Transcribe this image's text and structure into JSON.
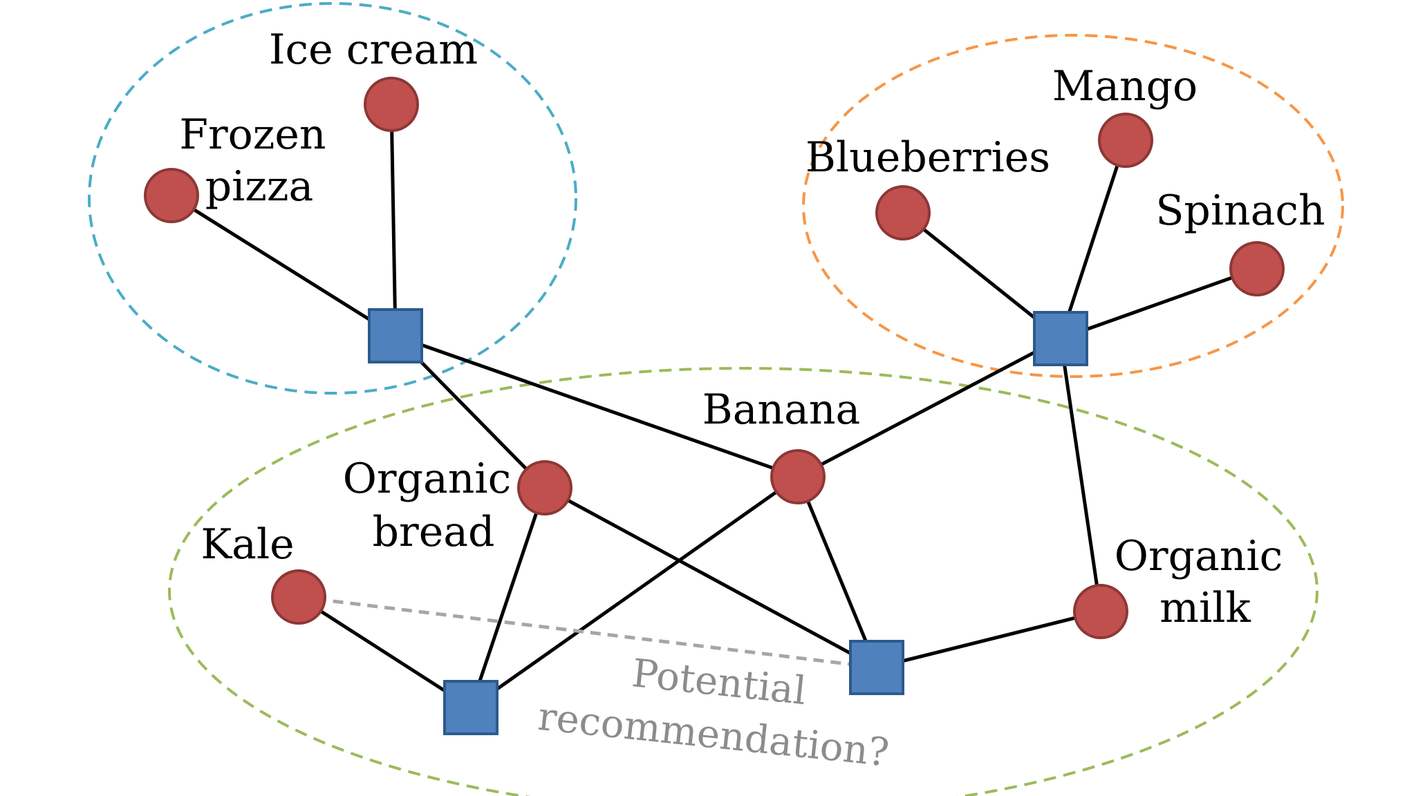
{
  "colors": {
    "item_node": "#c0504d",
    "transaction_node": "#4f81bd",
    "cluster_frozen": "#4bacc6",
    "cluster_fruit": "#f79646",
    "cluster_organic": "#9bbb59",
    "potential_link": "#a6a6a6"
  },
  "items": {
    "ice_cream": "Ice cream",
    "frozen_pizza": [
      "Frozen",
      "pizza"
    ],
    "mango": "Mango",
    "blueberries": "Blueberries",
    "spinach": "Spinach",
    "banana": "Banana",
    "organic_bread": [
      "Organic",
      "bread"
    ],
    "kale": "Kale",
    "organic_milk": [
      "Organic",
      "milk"
    ]
  },
  "potential_recommendation": [
    "Potential",
    "recommendation?"
  ]
}
